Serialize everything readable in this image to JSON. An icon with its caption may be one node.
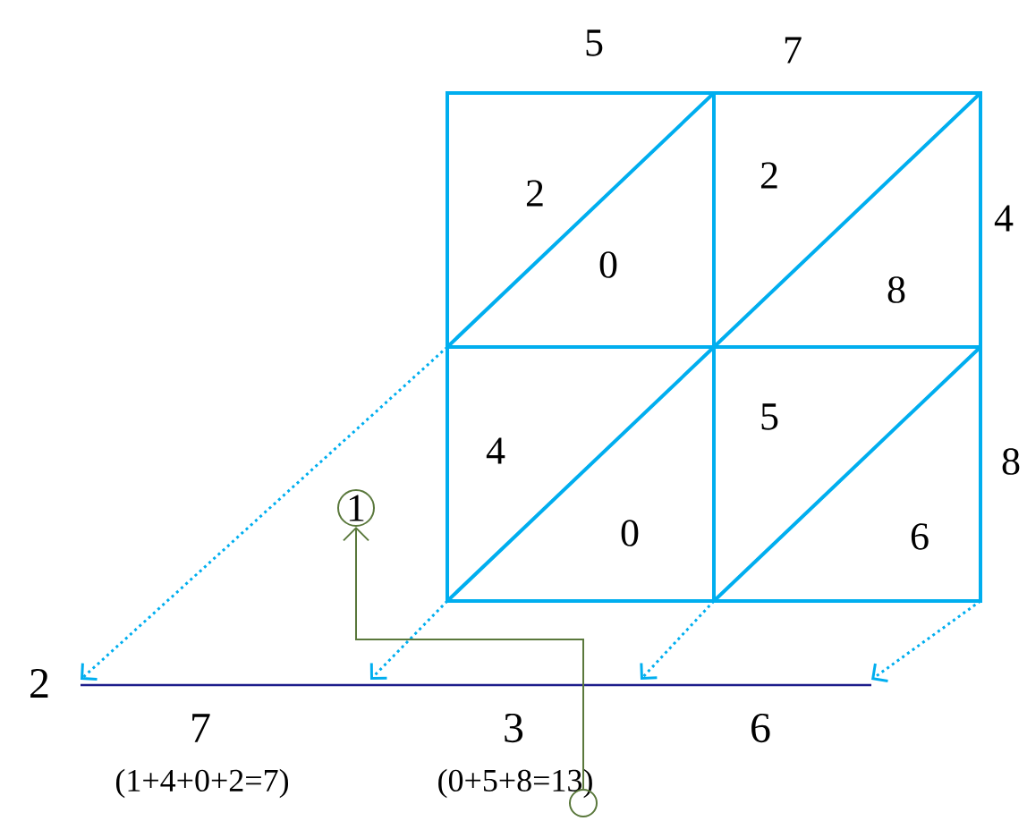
{
  "diagram": {
    "nodes": [
      {
        "text": [
          "1"
        ]
      },
      {
        "text": [],
        "shape": "circle"
      }
    ],
    "edges": [
      {
        "from": 1,
        "to": 0,
        "arrow": "to"
      }
    ],
    "labels": [
      "5",
      "7",
      "2",
      "2",
      "4",
      "0",
      "8",
      "4",
      "5",
      "8",
      "0",
      "6",
      "2",
      "7",
      "3",
      "6",
      "(1+4+0+2=7)",
      "(0+5+8=13)"
    ]
  }
}
